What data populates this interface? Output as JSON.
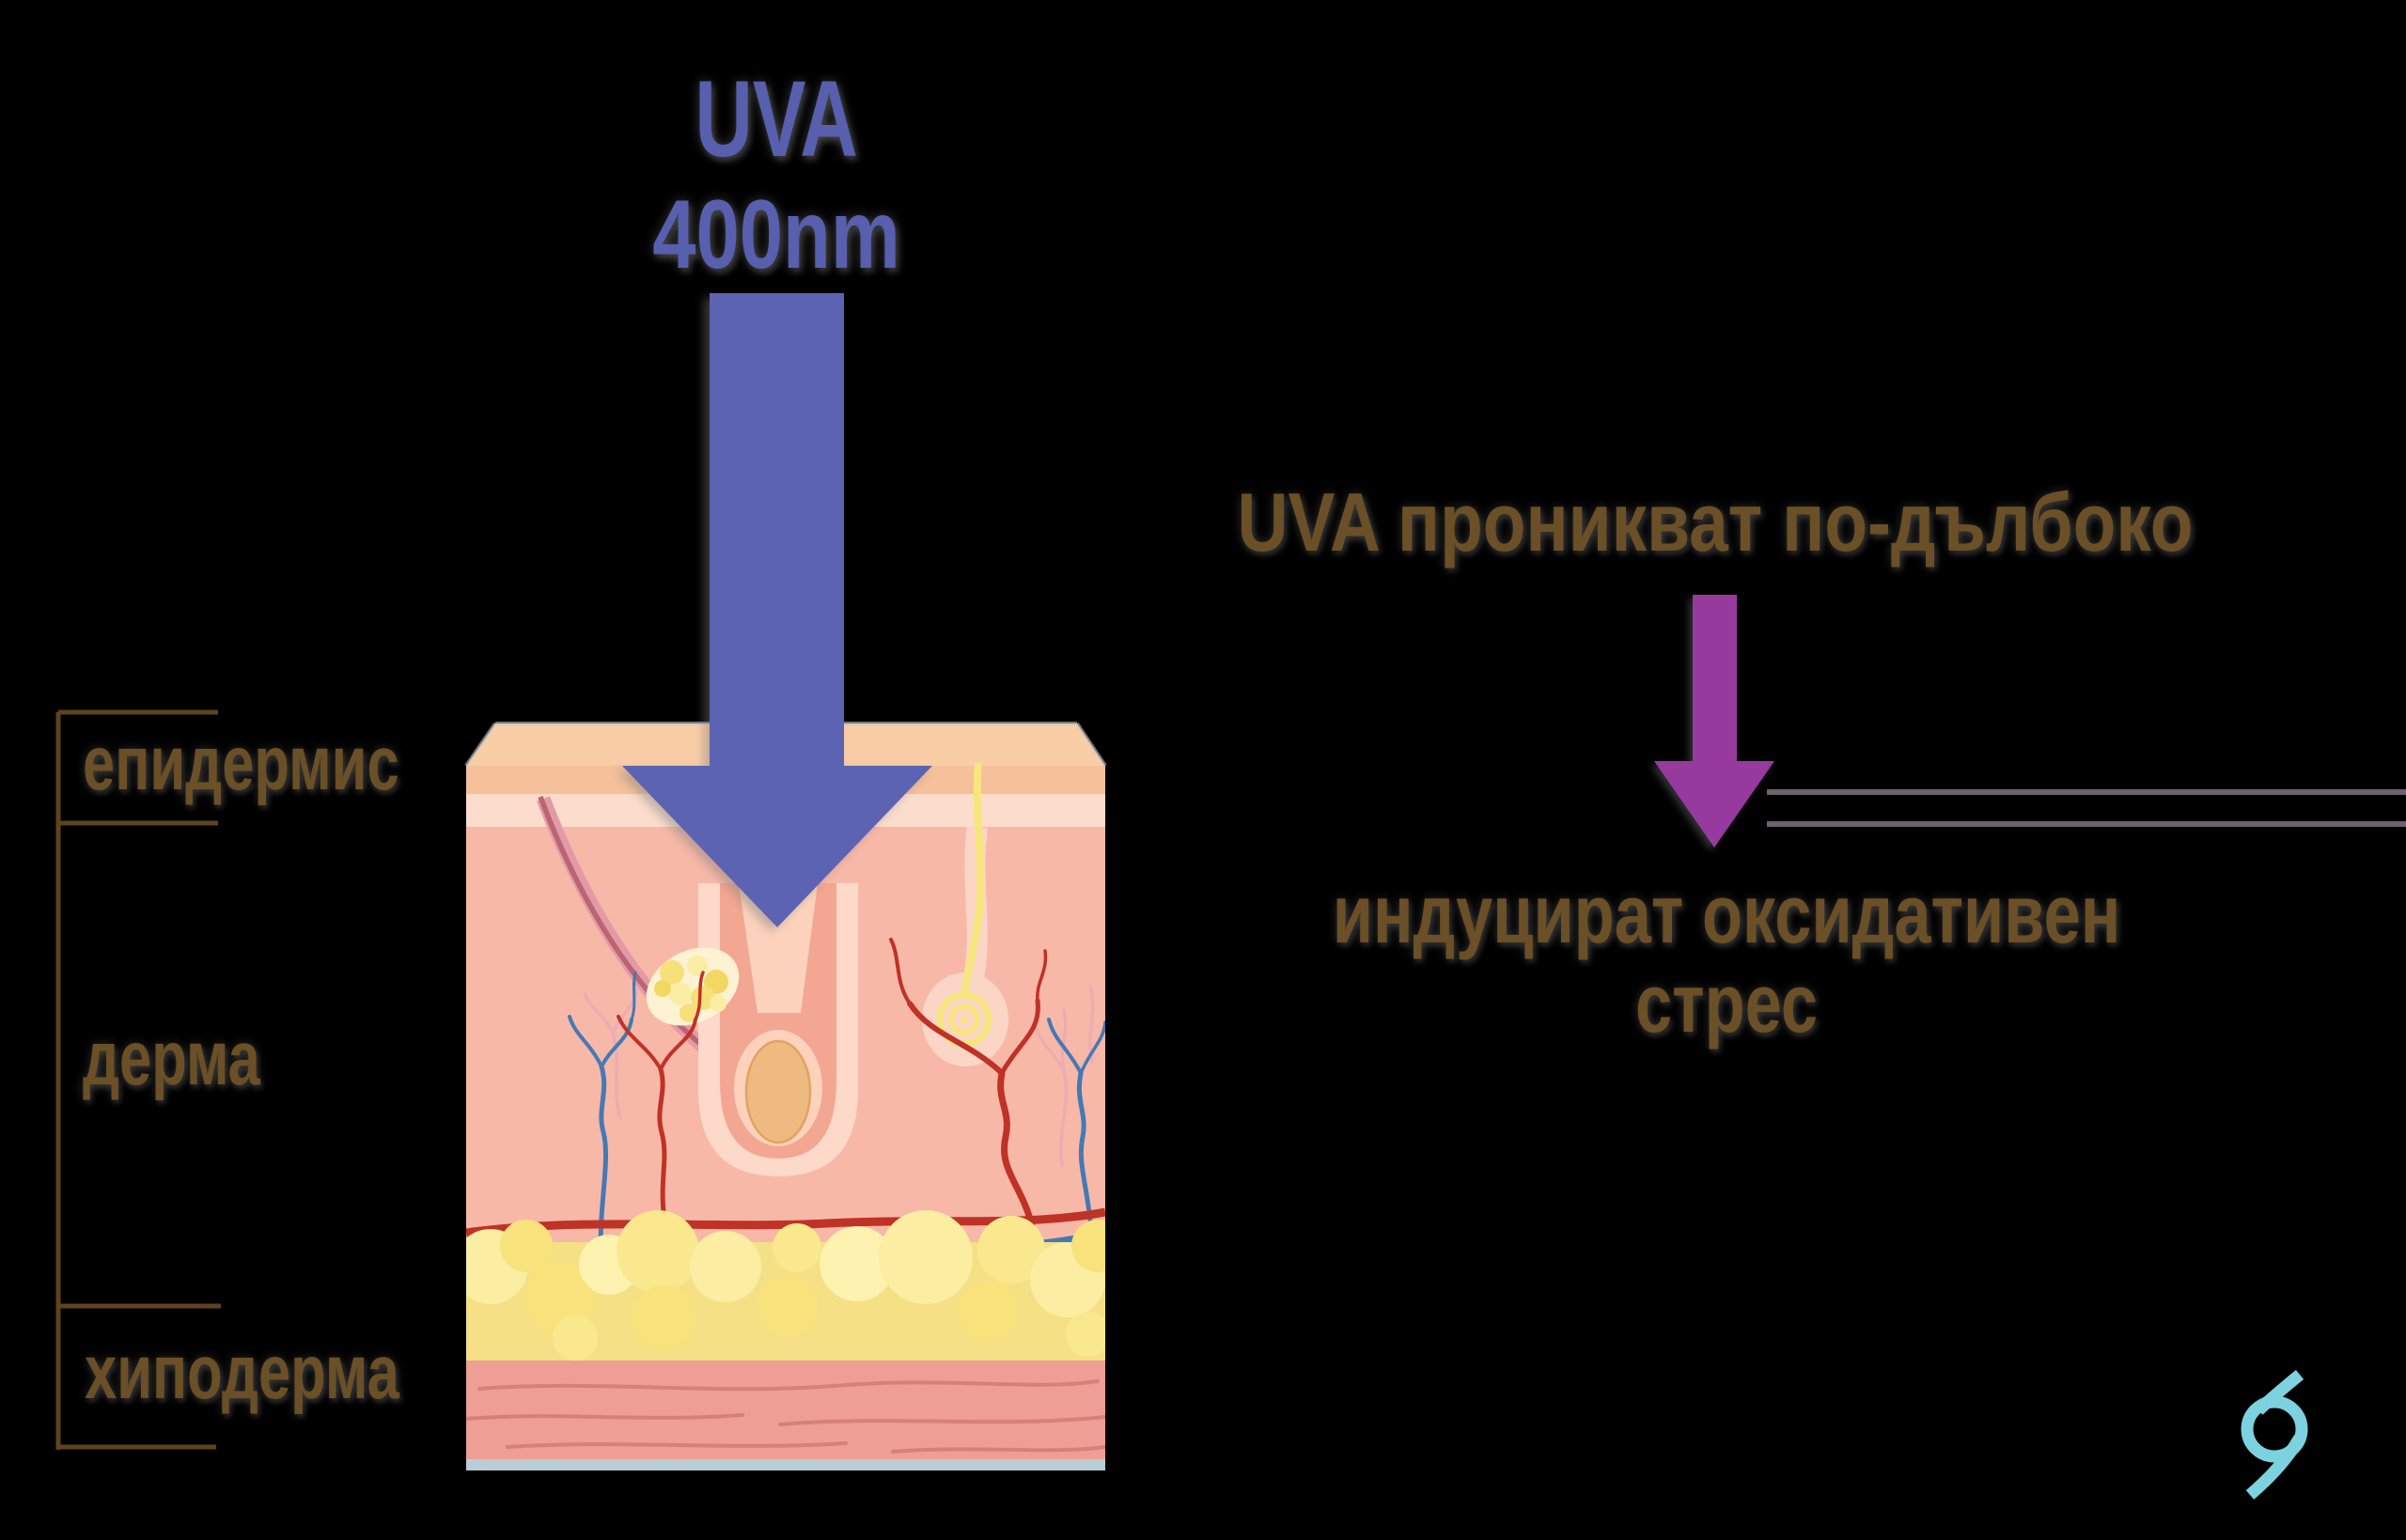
{
  "slide": {
    "background_color": "#000000"
  },
  "uv_label": {
    "type": "UVA",
    "wavelength": "400nm"
  },
  "skin_layers": [
    {
      "label": "епидермис"
    },
    {
      "label": "дерма"
    },
    {
      "label": "хиподерма"
    }
  ],
  "callout": {
    "heading": "UVA проникват по-дълбоко",
    "result_line1": "индуцират оксидативен",
    "result_line2": "стрес"
  },
  "colors": {
    "uva_arrow": "#5c63b2",
    "uva_text": "#575fae",
    "label_text": "#6b4f26",
    "bracket": "#5e441d",
    "down_arrow": "#963a9e",
    "connector_line": "#6e6170",
    "logo": "#7cd2de",
    "epidermis_band": "#f5c09a",
    "dermis": "#f8b8a8",
    "fat": "#f6e085",
    "muscle": "#ee9e95",
    "artery": "#bf3226",
    "vein": "#4579b4"
  }
}
